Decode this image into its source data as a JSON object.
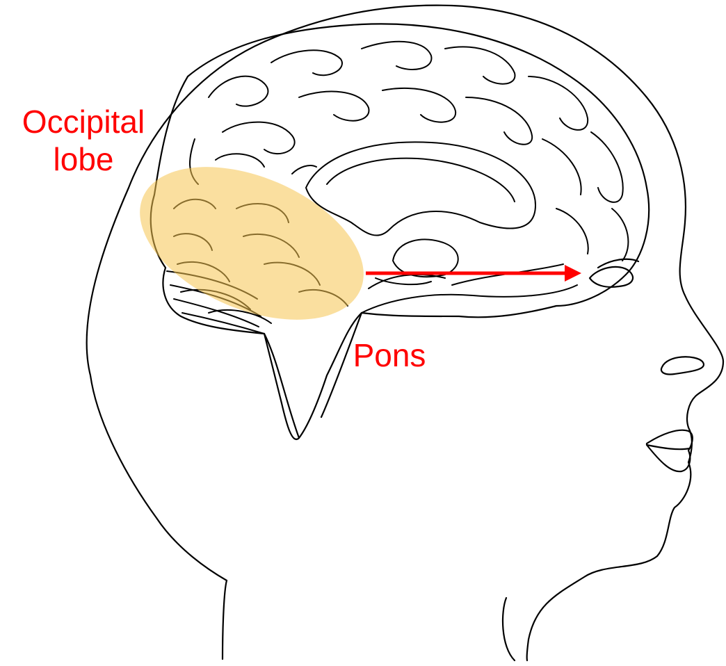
{
  "labels": {
    "occipital_line1": "Occipital",
    "occipital_line2": "lobe",
    "pons": "Pons"
  },
  "colors": {
    "label": "#ff0000",
    "arrow": "#ff0000",
    "highlight": "#f5c451",
    "line": "#000000"
  }
}
